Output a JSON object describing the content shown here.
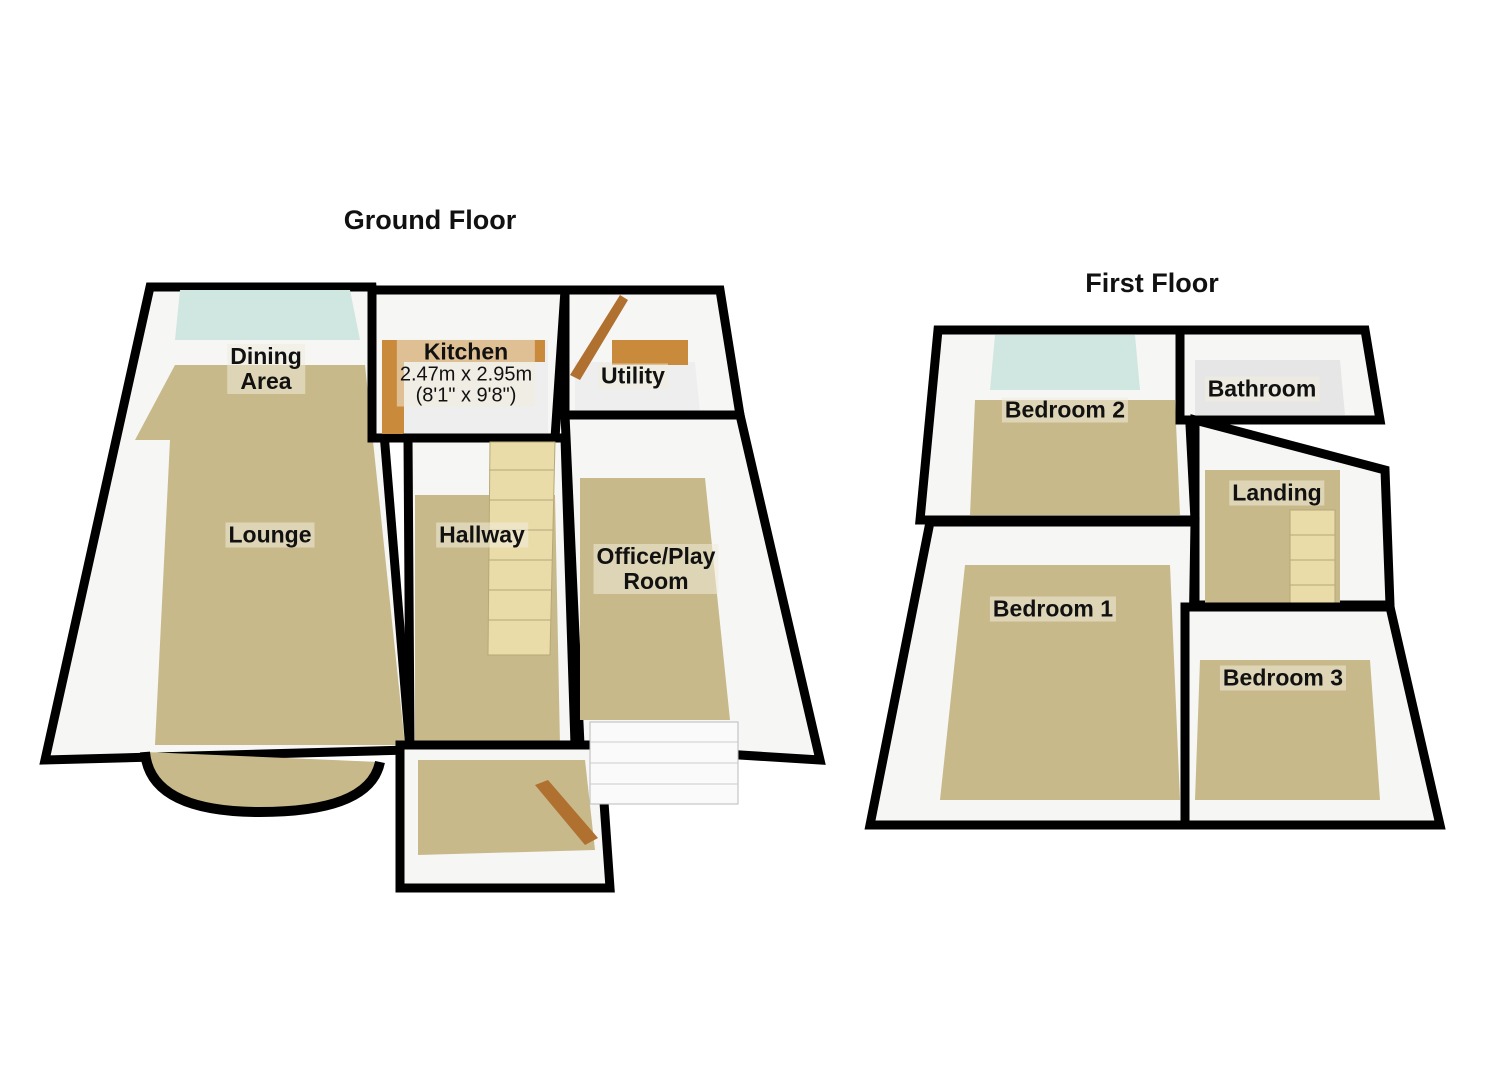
{
  "floors": [
    {
      "title": "Ground Floor",
      "rooms": [
        {
          "name": "Dining Area",
          "line1": "Dining",
          "line2": "Area"
        },
        {
          "name": "Kitchen",
          "dims_m": "2.47m x 2.95m",
          "dims_ft": "(8'1\" x 9'8\")"
        },
        {
          "name": "Utility"
        },
        {
          "name": "Lounge"
        },
        {
          "name": "Hallway"
        },
        {
          "name": "Office/Play Room",
          "line1": "Office/Play",
          "line2": "Room"
        }
      ]
    },
    {
      "title": "First Floor",
      "rooms": [
        {
          "name": "Bedroom 2"
        },
        {
          "name": "Bathroom"
        },
        {
          "name": "Landing"
        },
        {
          "name": "Bedroom 1"
        },
        {
          "name": "Bedroom 3"
        }
      ]
    }
  ],
  "colors": {
    "floor": "#c8b98b",
    "wall": "#f6f6f4",
    "outline": "#000000",
    "window": "#cfe7e0",
    "wood": "#c98a3c"
  }
}
